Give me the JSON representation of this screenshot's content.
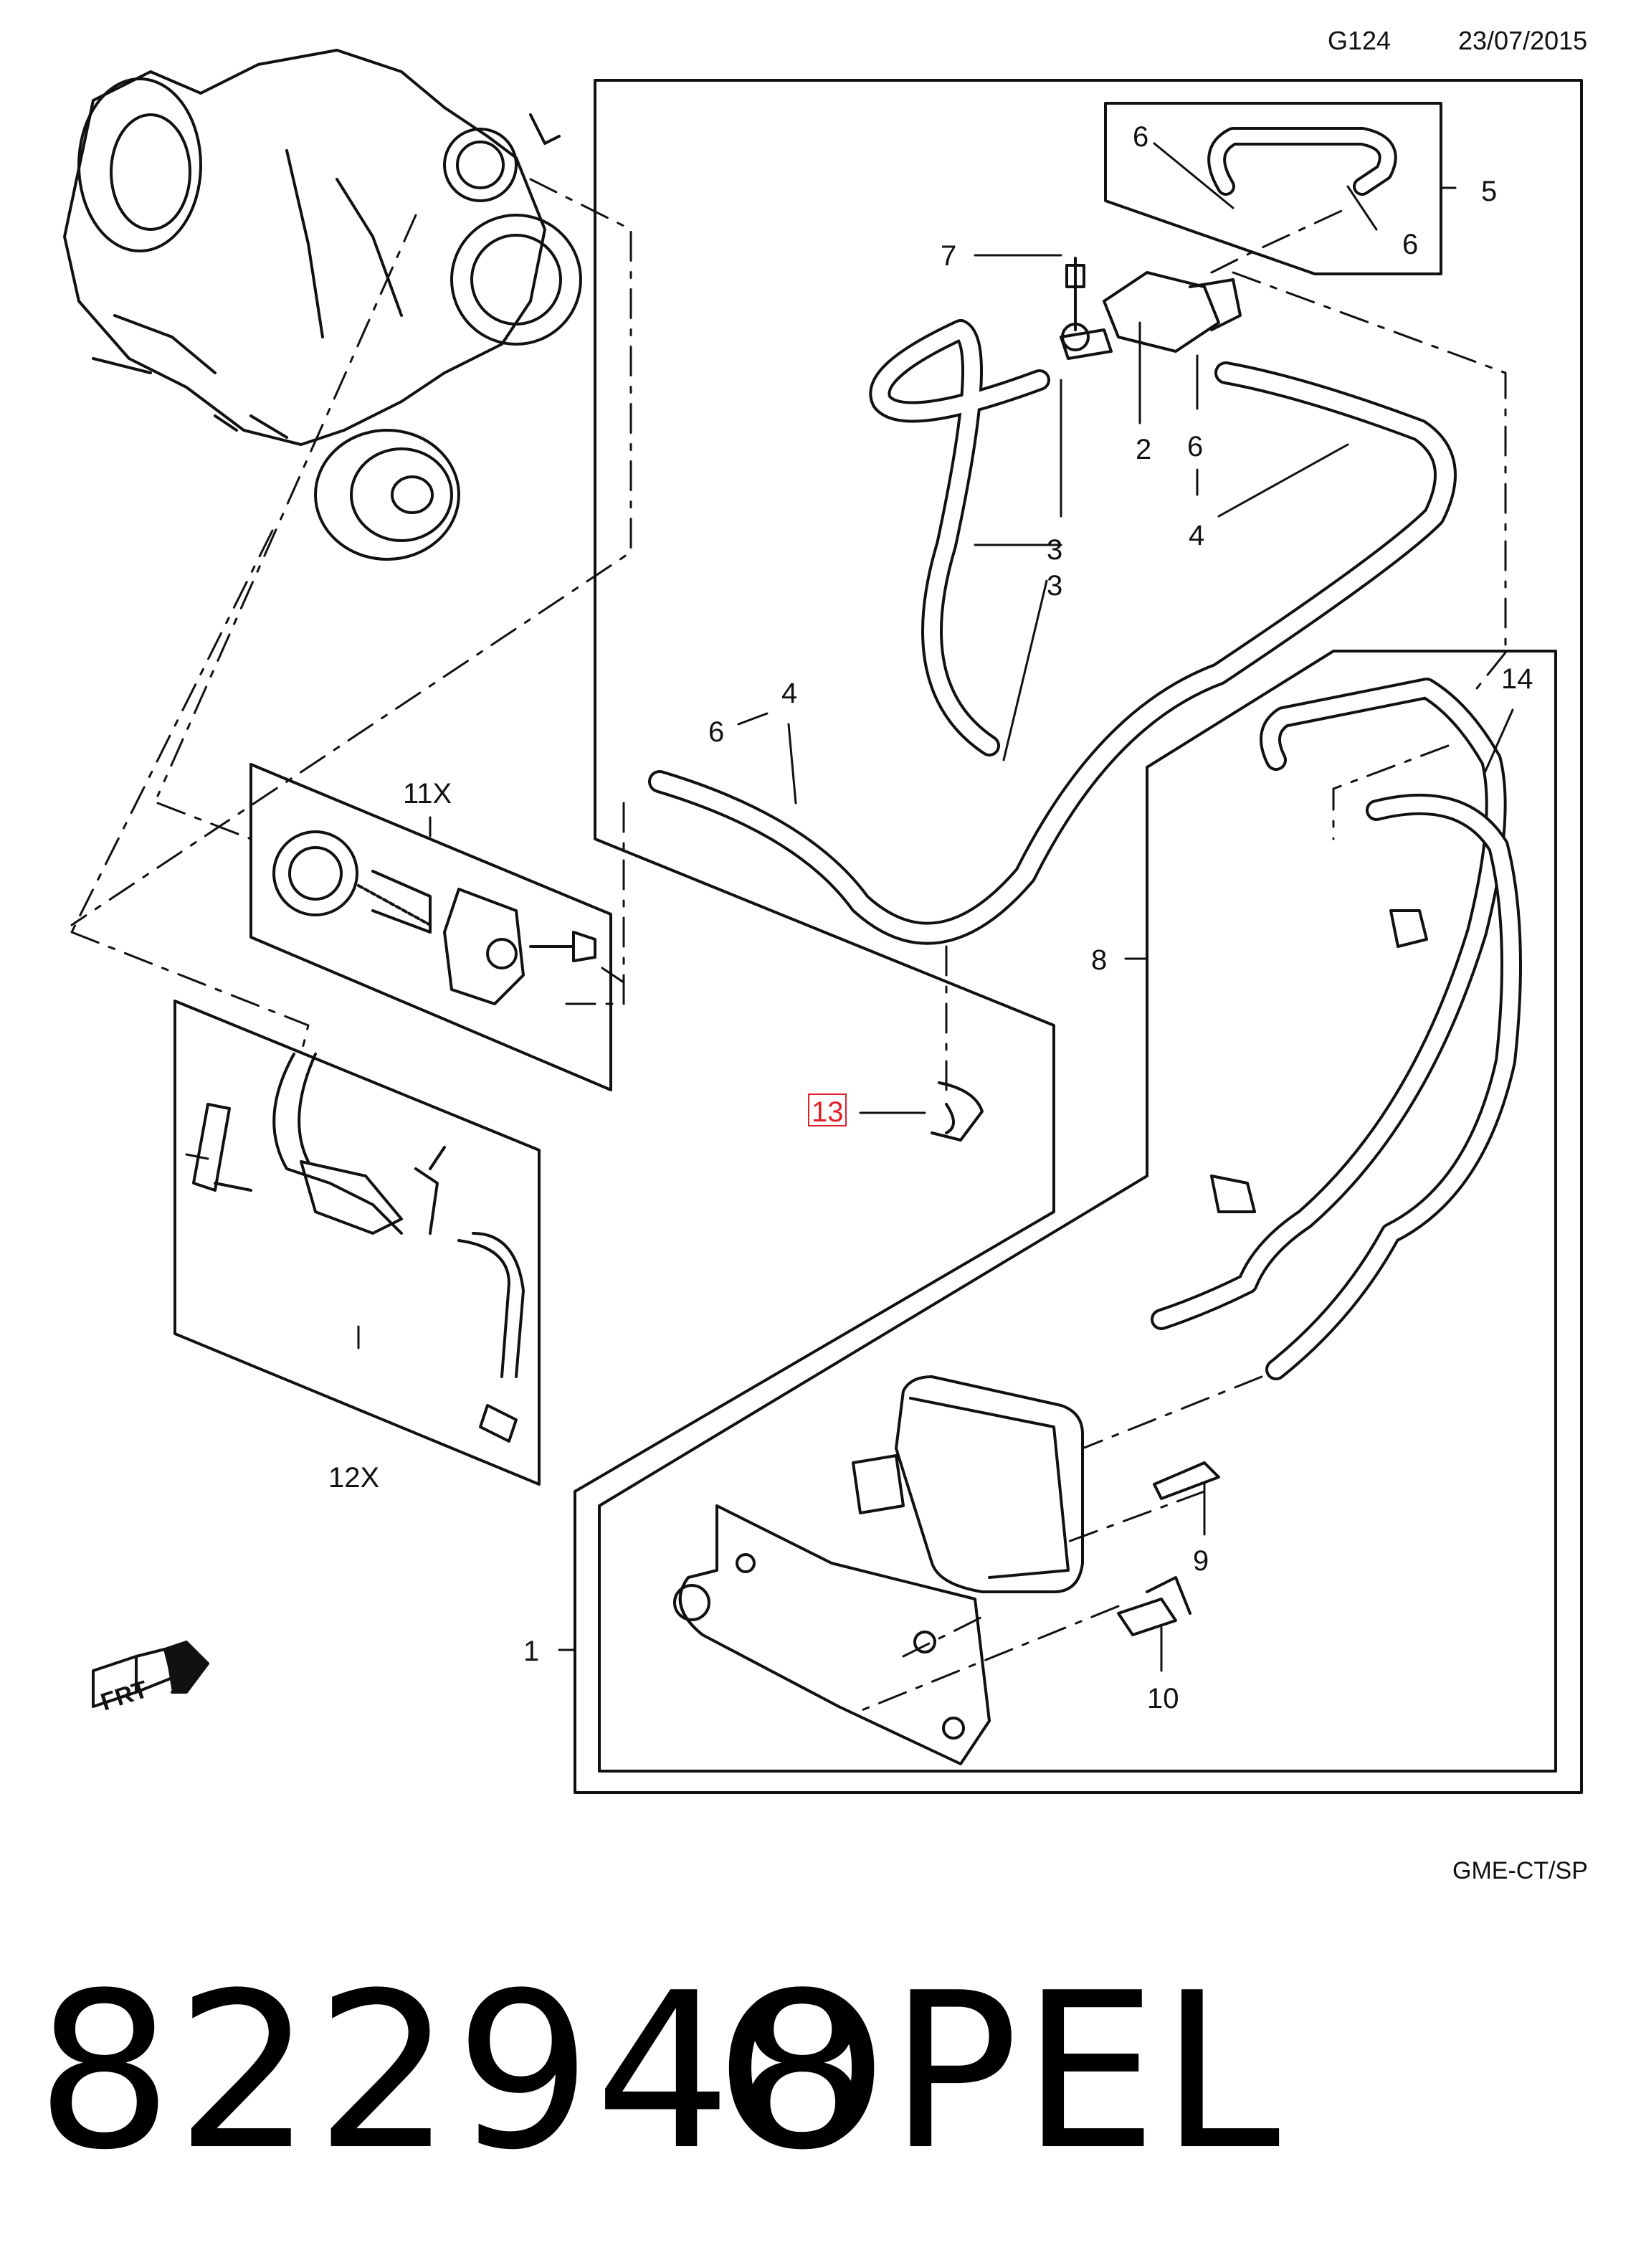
{
  "header": {
    "code": "G124",
    "date": "23/07/2015"
  },
  "footer": {
    "source": "GME-CT/SP",
    "part_number": "822948",
    "brand": "OPEL"
  },
  "callouts": [
    {
      "id": "c1",
      "label": "1"
    },
    {
      "id": "c2",
      "label": "2"
    },
    {
      "id": "c3a",
      "label": "3"
    },
    {
      "id": "c3b",
      "label": "3"
    },
    {
      "id": "c4a",
      "label": "4"
    },
    {
      "id": "c4b",
      "label": "4"
    },
    {
      "id": "c5",
      "label": "5"
    },
    {
      "id": "c6a",
      "label": "6"
    },
    {
      "id": "c6b",
      "label": "6"
    },
    {
      "id": "c6c",
      "label": "6"
    },
    {
      "id": "c6d",
      "label": "6"
    },
    {
      "id": "c7",
      "label": "7"
    },
    {
      "id": "c8",
      "label": "8"
    },
    {
      "id": "c9",
      "label": "9"
    },
    {
      "id": "c10",
      "label": "10"
    },
    {
      "id": "c11",
      "label": "11X"
    },
    {
      "id": "c12",
      "label": "12X"
    },
    {
      "id": "c13",
      "label": "13",
      "highlighted": true
    },
    {
      "id": "c14",
      "label": "14"
    }
  ],
  "orientation_icon": {
    "text": "FRT",
    "icon": "front-direction-arrow-icon"
  },
  "colors": {
    "line": "#111111",
    "highlight": "#e0202a"
  }
}
